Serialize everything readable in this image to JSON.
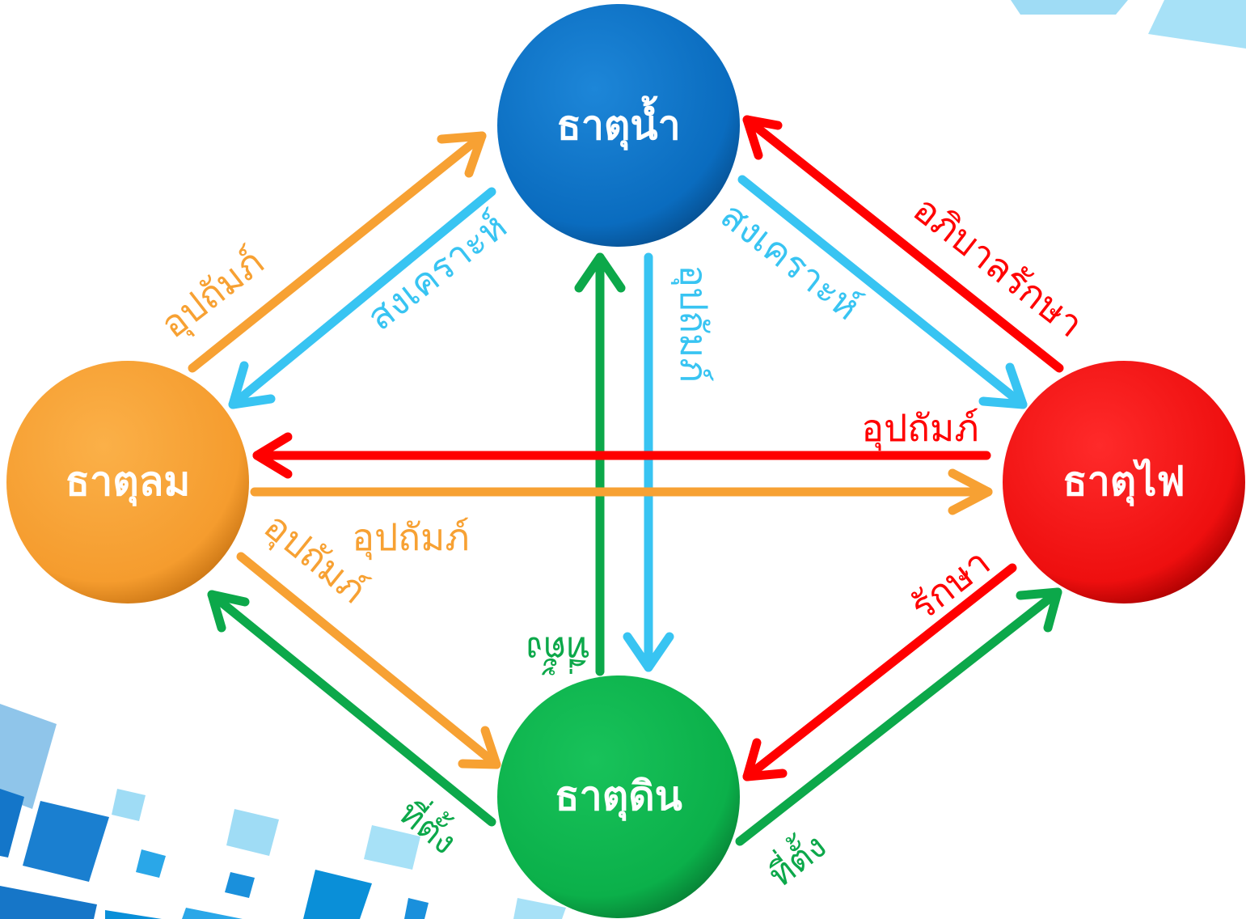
{
  "nodes": {
    "water": {
      "label": "ธาตุน้ำ",
      "color": "#0b72c6"
    },
    "wind": {
      "label": "ธาตุลม",
      "color": "#f7a133"
    },
    "fire": {
      "label": "ธาตุไฟ",
      "color": "#ee1111"
    },
    "earth": {
      "label": "ธาตุดิน",
      "color": "#0db14b"
    }
  },
  "edge_labels": {
    "wind_to_water": "อุปถัมภ์",
    "water_to_wind": "สงเคราะห์",
    "water_to_fire": "สงเคราะห์",
    "fire_to_water": "อภิบาลรักษา",
    "water_to_earth": "อุปถัมภ์",
    "earth_to_water": "ที่ตั้ง",
    "fire_to_wind": "อุปถัมภ์",
    "wind_to_fire": "อุปถัมภ์",
    "wind_to_earth": "อุปถัมภ์",
    "earth_to_wind": "ที่ตั้ง",
    "fire_to_earth": "รักษา",
    "earth_to_fire": "ที่ตั้ง"
  },
  "colors": {
    "orange_arrow": "#f7a133",
    "cyan_arrow": "#38c4f2",
    "red_arrow": "#ff0000",
    "green_arrow": "#0ca84a",
    "decor_dark": "#1476c9",
    "decor_light": "#9fdcf5"
  }
}
